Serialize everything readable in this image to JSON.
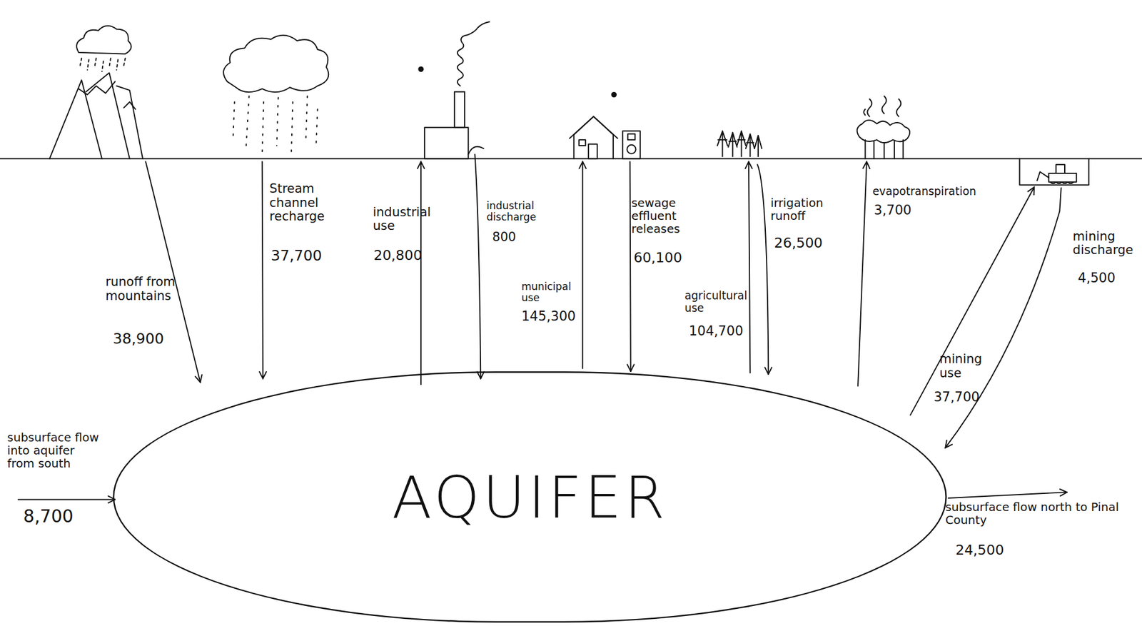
{
  "diagram": {
    "nodes": [
      {
        "text": [
          "AQUIFER"
        ]
      }
    ],
    "labels": [
      "runoff from mountains",
      "38,900",
      "Stream channel recharge",
      "37,700",
      "industrial use",
      "20,800",
      "industrial discharge",
      "800",
      "municipal use",
      "145,300",
      "sewage effluent releases",
      "60,100",
      "agricultural use",
      "104,700",
      "irrigation runoff",
      "26,500",
      "evapotranspiration",
      "3,700",
      "mining use",
      "37,700",
      "mining discharge",
      "4,500",
      "subsurface flow into aquifer from south",
      "8,700",
      "subsurface flow north to Pinal County",
      "24,500"
    ]
  }
}
